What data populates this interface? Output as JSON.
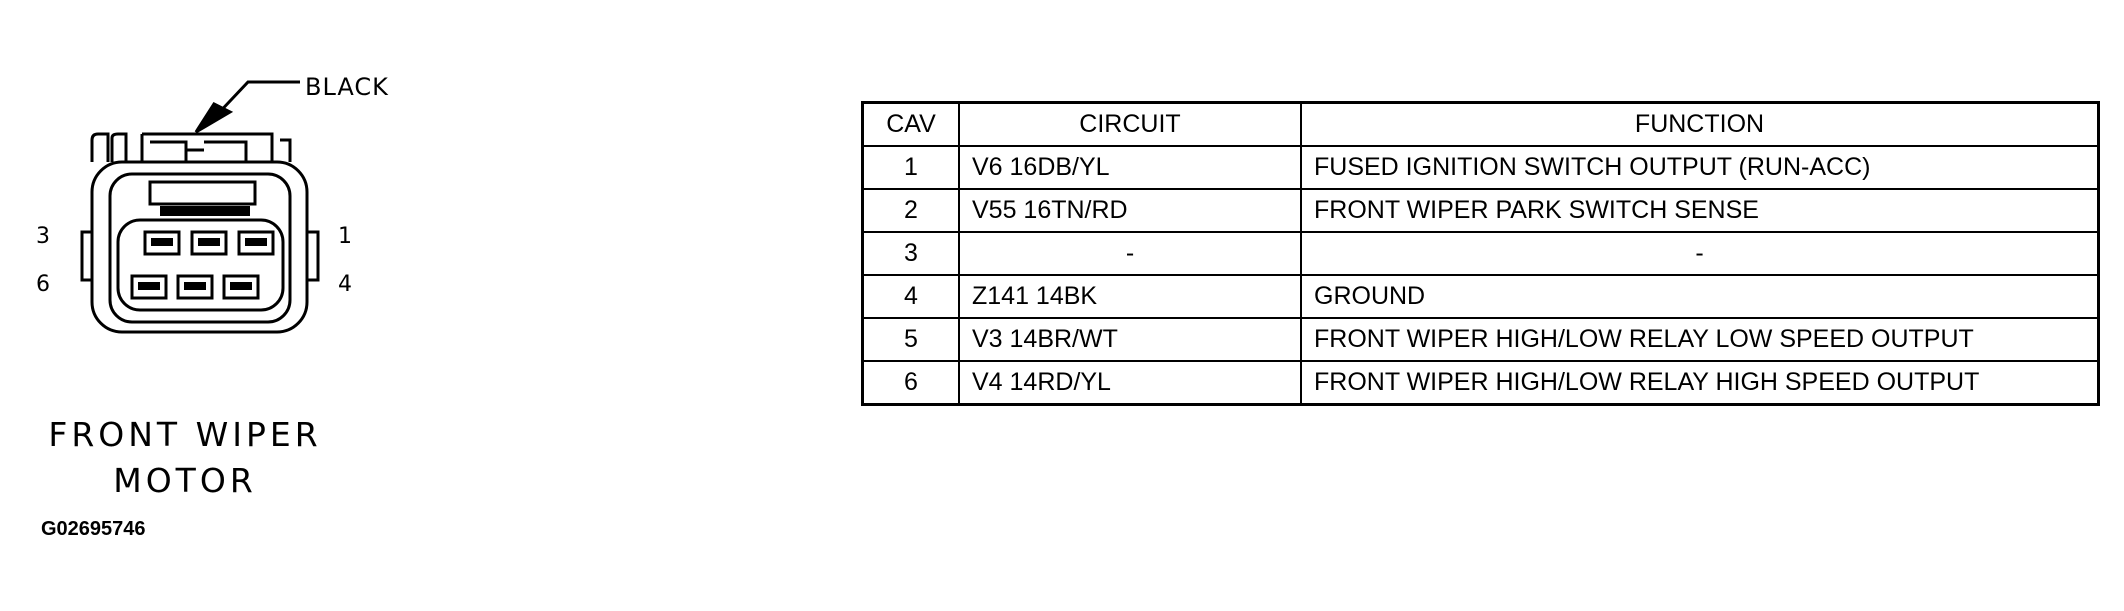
{
  "connector": {
    "color_label": "BLACK",
    "cavity_labels": {
      "left_top": "3",
      "left_bottom": "6",
      "right_top": "1",
      "right_bottom": "4"
    },
    "part_name_lines": [
      "FRONT WIPER",
      "MOTOR"
    ],
    "figure_id": "G02695746"
  },
  "pinout": {
    "headers": [
      "CAV",
      "CIRCUIT",
      "FUNCTION"
    ],
    "rows": [
      {
        "cav": "1",
        "circuit": "V6 16DB/YL",
        "function": "FUSED IGNITION SWITCH OUTPUT (RUN-ACC)"
      },
      {
        "cav": "2",
        "circuit": "V55 16TN/RD",
        "function": "FRONT WIPER PARK SWITCH SENSE"
      },
      {
        "cav": "3",
        "circuit": "-",
        "function": "-"
      },
      {
        "cav": "4",
        "circuit": "Z141 14BK",
        "function": "GROUND"
      },
      {
        "cav": "5",
        "circuit": "V3 14BR/WT",
        "function": "FRONT WIPER HIGH/LOW RELAY LOW SPEED OUTPUT"
      },
      {
        "cav": "6",
        "circuit": "V4 14RD/YL",
        "function": "FRONT WIPER HIGH/LOW RELAY HIGH SPEED OUTPUT"
      }
    ]
  }
}
